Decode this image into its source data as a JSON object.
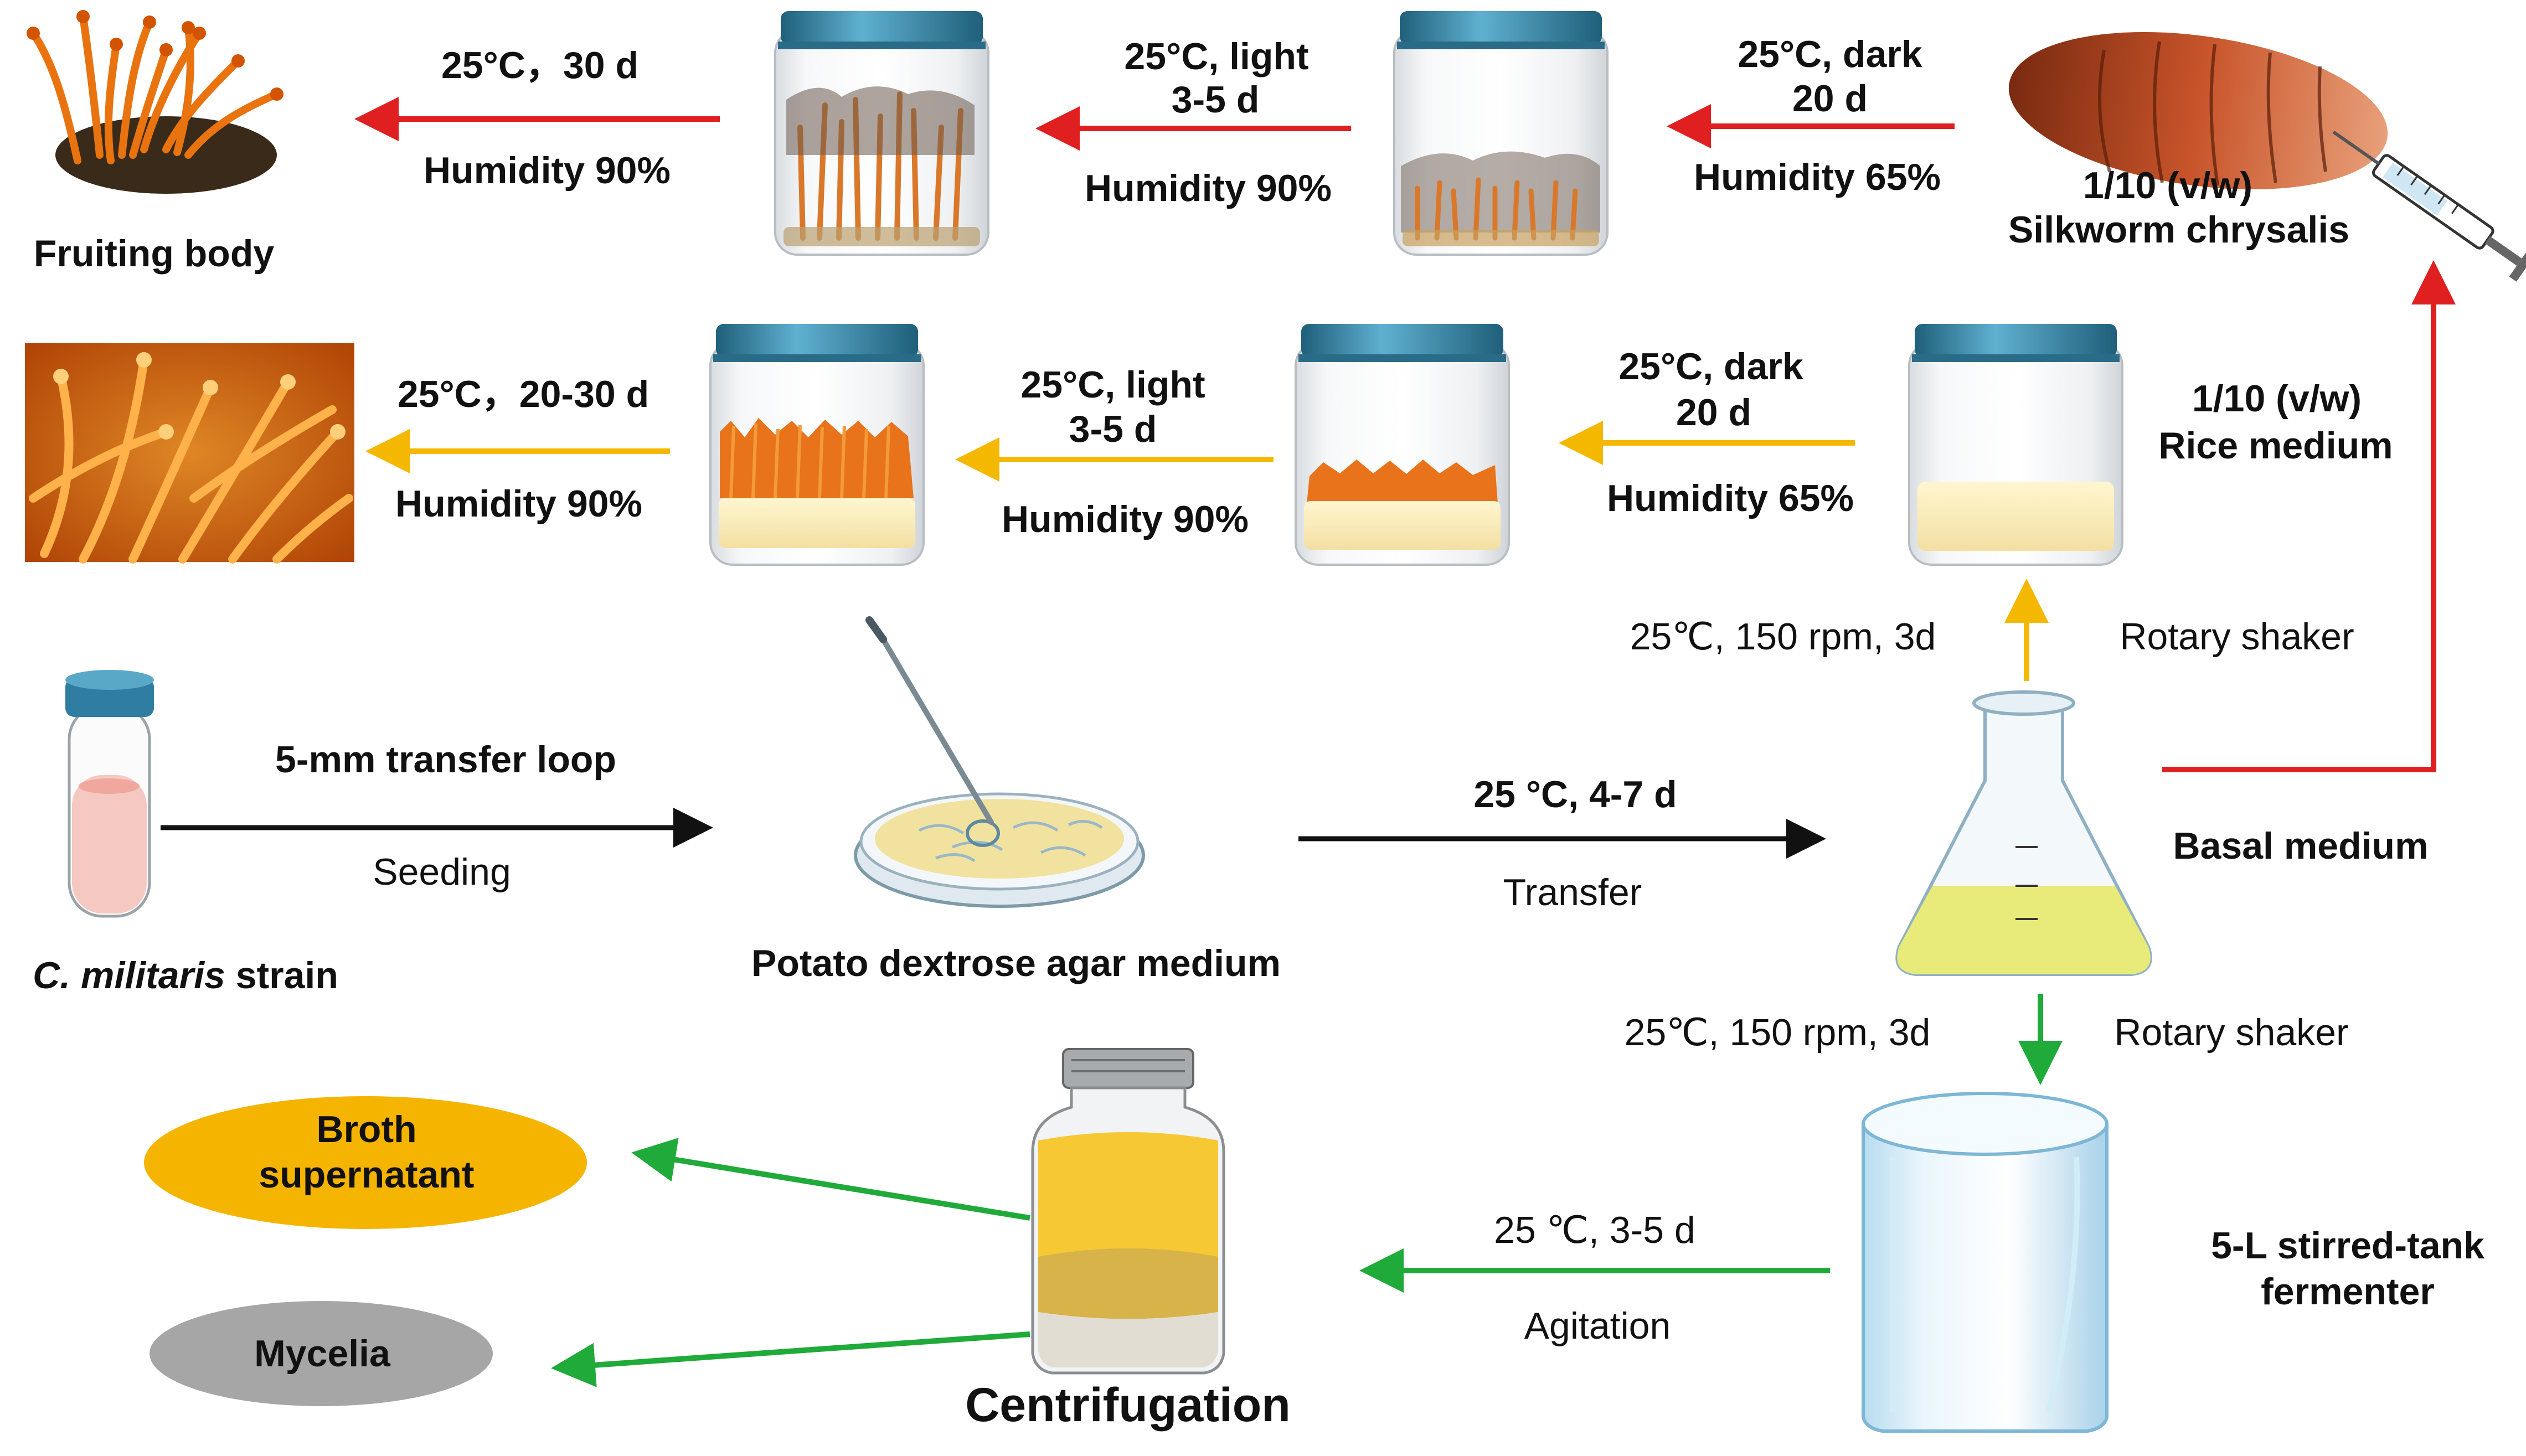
{
  "colors": {
    "red_arrow": "#e02020",
    "yellow_arrow": "#f5b800",
    "black_arrow": "#111111",
    "green_arrow": "#1faa3a",
    "broth_ellipse": "#f5b400",
    "mycelia_ellipse": "#a6a6a6",
    "fruiting_orange": "#e8730f",
    "jar_lid": "#3d8fb0"
  },
  "icons": {
    "fruiting_body_photo": "cordyceps-fruiting-body-photo",
    "orange_cluster_photo": "orange-fungal-cluster-photo",
    "jar": "glass-jar-icon",
    "silkworm": "silkworm-chrysalis-photo",
    "syringe": "syringe-icon",
    "tube": "test-tube-icon",
    "dish": "petri-dish-icon",
    "flask": "erlenmeyer-flask-icon",
    "fermenter": "stirred-tank-icon",
    "bottle": "centrifuge-bottle-icon"
  },
  "row1": {
    "fruiting_body": "Fruiting body",
    "step1_cond": "25°C，30 d",
    "step1_hum": "Humidity 90%",
    "step2_cond_1": "25°C, light",
    "step2_cond_2": "3-5 d",
    "step2_hum": "Humidity 90%",
    "step3_cond_1": "25°C, dark",
    "step3_cond_2": "20 d",
    "step3_hum": "Humidity 65%",
    "substrate_ratio": "1/10 (v/w)",
    "substrate": "Silkworm chrysalis"
  },
  "row2": {
    "step1_cond": "25°C，20-30 d",
    "step1_hum": "Humidity 90%",
    "step2_cond_1": "25°C, light",
    "step2_cond_2": "3-5 d",
    "step2_hum": "Humidity 90%",
    "step3_cond_1": "25°C, dark",
    "step3_cond_2": "20 d",
    "step3_hum": "Humidity 65%",
    "medium_ratio": "1/10 (v/w)",
    "medium": "Rice medium",
    "shaker_cond": "25℃, 150 rpm, 3d",
    "shaker": "Rotary shaker"
  },
  "row3": {
    "strain_italic": "C. militaris",
    "strain_suffix": " strain",
    "loop": "5-mm transfer loop",
    "seeding": "Seeding",
    "pda": "Potato dextrose agar medium",
    "transfer_cond": "25 °C, 4-7 d",
    "transfer": "Transfer",
    "basal": "Basal medium"
  },
  "row4": {
    "shaker_cond": "25℃, 150 rpm, 3d",
    "shaker": "Rotary shaker",
    "fermenter_1": "5-L stirred-tank",
    "fermenter_2": "fermenter",
    "agitation_cond": "25 ℃, 3-5 d",
    "agitation": "Agitation",
    "centrifugation": "Centrifugation",
    "broth_1": "Broth",
    "broth_2": "supernatant",
    "mycelia": "Mycelia"
  }
}
